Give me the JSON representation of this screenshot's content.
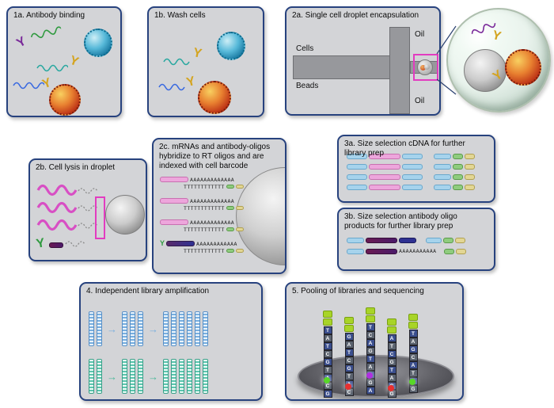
{
  "icons": {
    "antibody_glyph": "Y",
    "flow_arrow": "→"
  },
  "colors": {
    "panel_background": "#d3d4d7",
    "panel_border": "#27427e",
    "mrna_pink": "#eda6dc",
    "highlight_magenta": "#e23cc0",
    "cdna_light_blue": "#a6d3ec",
    "barcode_green": "#8fcc7e",
    "primer_yellow": "#e2d694",
    "antibody_oligo_purple": "#5a1a5a",
    "antibody_oligo_blue": "#2e3192",
    "library_blue": "#78aede",
    "library_teal": "#4ab898"
  },
  "panel_1a": {
    "title": "1a. Antibody binding"
  },
  "panel_1b": {
    "title": "1b. Wash cells"
  },
  "panel_2a": {
    "title": "2a. Single cell droplet encapsulation",
    "label_oil_top": "Oil",
    "label_cells": "Cells",
    "label_beads": "Beads",
    "label_oil_bottom": "Oil"
  },
  "panel_2b": {
    "title": "2b. Cell lysis in droplet"
  },
  "panel_2c": {
    "title": "2c. mRNAs and antibody-oligos hybridize to RT oligos and are indexed with cell barcode",
    "rows": [
      {
        "type": "mrna",
        "polya": "AAAAAAAAAAAAA",
        "polyt": "TTTTTTTTTTTT"
      },
      {
        "type": "mrna",
        "polya": "AAAAAAAAAAAAA",
        "polyt": "TTTTTTTTTTTT"
      },
      {
        "type": "mrna",
        "polya": "AAAAAAAAAAAAA",
        "polyt": "TTTTTTTTTTTT"
      },
      {
        "type": "antibody_oligo",
        "polya": "AAAAAAAAAAAA",
        "polyt": "TTTTTTTTTTTT"
      }
    ]
  },
  "panel_3a": {
    "title": "3a. Size selection cDNA for further library prep",
    "row_count": 4
  },
  "panel_3b": {
    "title": "3b. Size selection antibody oligo products for further library prep",
    "polya": "AAAAAAAAAAA"
  },
  "panel_4": {
    "title": "4. Independent library amplification",
    "blue_stages": [
      2,
      3,
      6
    ],
    "teal_stages": [
      2,
      3,
      6
    ]
  },
  "panel_5": {
    "title": "5. Pooling of libraries and sequencing",
    "strands": [
      "TATCGTACG",
      "GATCGTAC",
      "TCAGTACGA",
      "ATCGTACG",
      "TAGCATCG"
    ],
    "dot_colors": [
      "#58d828",
      "#e83030",
      "#b030e0",
      "#e83030",
      "#58d828"
    ]
  }
}
